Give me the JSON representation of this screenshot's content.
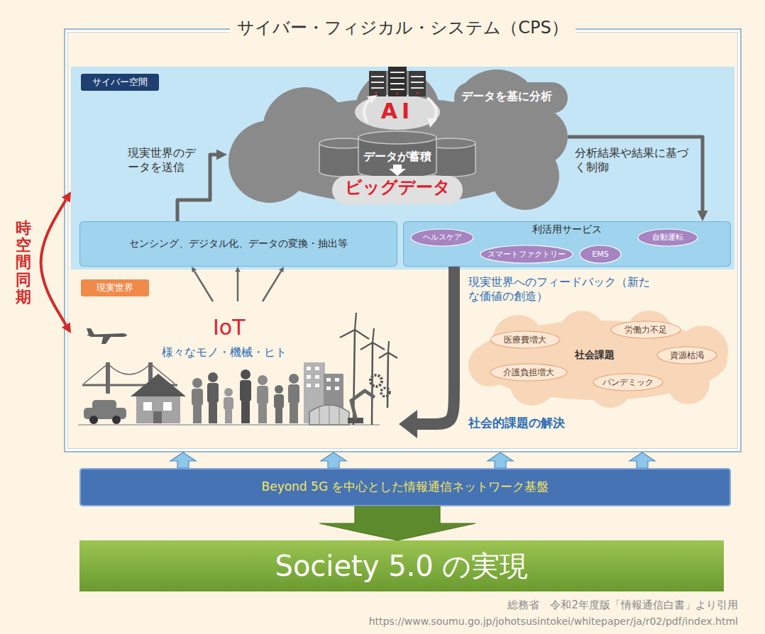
{
  "diagram": {
    "caption": "総務省　令和2年度版「情報通信白書」より引用",
    "nodes": [
      {
        "text": [
          "サイバー・フィジカル・システム（CPS）"
        ]
      },
      {
        "text": [
          "サイバー空間"
        ],
        "in": 0
      },
      {
        "text": [
          "AI",
          "データを基に分析",
          "データが蓄積",
          "ビッグデータ"
        ],
        "in": 1
      },
      {
        "text": [
          "センシング、デジタル化、データの変換・抽出等"
        ],
        "in": 1
      },
      {
        "text": [
          "利活用サービス"
        ],
        "in": 1
      },
      {
        "text": [
          "ヘルスケア"
        ],
        "in": 4
      },
      {
        "text": [
          "スマートファクトリー"
        ],
        "in": 4
      },
      {
        "text": [
          "EMS"
        ],
        "in": 4
      },
      {
        "text": [
          "自動運転"
        ],
        "in": 4
      },
      {
        "text": [
          "現実世界"
        ],
        "in": 0
      },
      {
        "text": [
          "IoT",
          "様々なモノ・機械・ヒト"
        ],
        "in": 9
      },
      {
        "text": [
          "社会課題"
        ],
        "in": 9
      },
      {
        "text": [
          "労働力不足"
        ],
        "in": 11
      },
      {
        "text": [
          "医療費増大"
        ],
        "in": 11
      },
      {
        "text": [
          "資源枯渇"
        ],
        "in": 11
      },
      {
        "text": [
          "介護負担増大"
        ],
        "in": 11
      },
      {
        "text": [
          "パンデミック"
        ],
        "in": 11
      },
      {
        "text": [
          "Beyond 5G を中心とした情報通信ネットワーク基盤"
        ]
      },
      {
        "text": [
          "Society 5.0 の実現"
        ]
      }
    ],
    "edges": [
      {
        "from": 3,
        "to": 2,
        "label": "現実世界のデータを送信",
        "arrow": "to"
      },
      {
        "from": 2,
        "to": 4,
        "label": "分析結果や結果に基づく制御",
        "arrow": "to"
      },
      {
        "from": 10,
        "to": 3,
        "arrow": "to"
      },
      {
        "from": 10,
        "to": 3,
        "arrow": "to"
      },
      {
        "from": 10,
        "to": 3,
        "arrow": "to"
      },
      {
        "from": 4,
        "to": 10,
        "label": "社会的課題の解決",
        "arrow": "to"
      },
      {
        "from": 1,
        "to": 9,
        "label": "時空間同期",
        "arrow": "both"
      },
      {
        "from": 17,
        "to": 0,
        "arrow": "to"
      },
      {
        "from": 17,
        "to": 0,
        "arrow": "to"
      },
      {
        "from": 17,
        "to": 0,
        "arrow": "to"
      },
      {
        "from": 17,
        "to": 0,
        "arrow": "to"
      },
      {
        "from": 17,
        "to": 18,
        "arrow": "to"
      }
    ],
    "labels": [
      "現実世界へのフィードバック（新たな価値の創造）",
      "https://www.soumu.go.jp/johotsusintokei/whitepaper/ja/r02/pdf/index.html"
    ]
  }
}
